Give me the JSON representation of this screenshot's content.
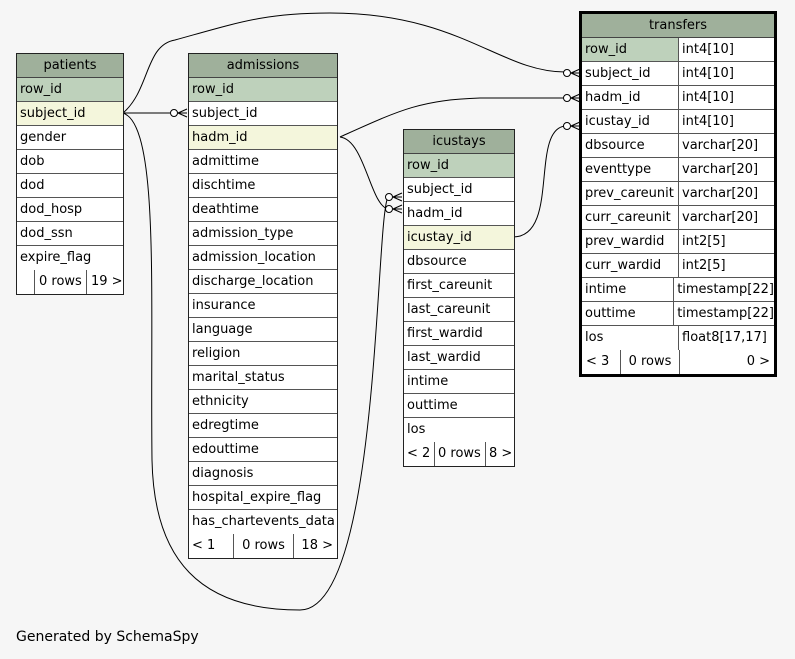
{
  "footer": "Generated by SchemaSpy",
  "colors": {
    "title_bg": "#9fb09b",
    "pk_bg": "#bed1bb",
    "fk_bg": "#f4f6dc",
    "background": "#f6f6f6"
  },
  "tables": {
    "patients": {
      "name": "patients",
      "columns": [
        "row_id",
        "subject_id",
        "gender",
        "dob",
        "dod",
        "dod_hosp",
        "dod_ssn",
        "expire_flag"
      ],
      "footer": {
        "parents": "",
        "rows": "0 rows",
        "children": "19 >"
      }
    },
    "admissions": {
      "name": "admissions",
      "columns": [
        "row_id",
        "subject_id",
        "hadm_id",
        "admittime",
        "dischtime",
        "deathtime",
        "admission_type",
        "admission_location",
        "discharge_location",
        "insurance",
        "language",
        "religion",
        "marital_status",
        "ethnicity",
        "edregtime",
        "edouttime",
        "diagnosis",
        "hospital_expire_flag",
        "has_chartevents_data"
      ],
      "footer": {
        "parents": "< 1",
        "rows": "0 rows",
        "children": "18 >"
      }
    },
    "icustays": {
      "name": "icustays",
      "columns": [
        "row_id",
        "subject_id",
        "hadm_id",
        "icustay_id",
        "dbsource",
        "first_careunit",
        "last_careunit",
        "first_wardid",
        "last_wardid",
        "intime",
        "outtime",
        "los"
      ],
      "footer": {
        "parents": "< 2",
        "rows": "0 rows",
        "children": "8 >"
      }
    },
    "transfers": {
      "name": "transfers",
      "columns": [
        {
          "name": "row_id",
          "type": "int4[10]"
        },
        {
          "name": "subject_id",
          "type": "int4[10]"
        },
        {
          "name": "hadm_id",
          "type": "int4[10]"
        },
        {
          "name": "icustay_id",
          "type": "int4[10]"
        },
        {
          "name": "dbsource",
          "type": "varchar[20]"
        },
        {
          "name": "eventtype",
          "type": "varchar[20]"
        },
        {
          "name": "prev_careunit",
          "type": "varchar[20]"
        },
        {
          "name": "curr_careunit",
          "type": "varchar[20]"
        },
        {
          "name": "prev_wardid",
          "type": "int2[5]"
        },
        {
          "name": "curr_wardid",
          "type": "int2[5]"
        },
        {
          "name": "intime",
          "type": "timestamp[22]"
        },
        {
          "name": "outtime",
          "type": "timestamp[22]"
        },
        {
          "name": "los",
          "type": "float8[17,17]"
        }
      ],
      "footer": {
        "parents": "< 3",
        "rows": "0 rows",
        "children": "0 >"
      }
    }
  }
}
